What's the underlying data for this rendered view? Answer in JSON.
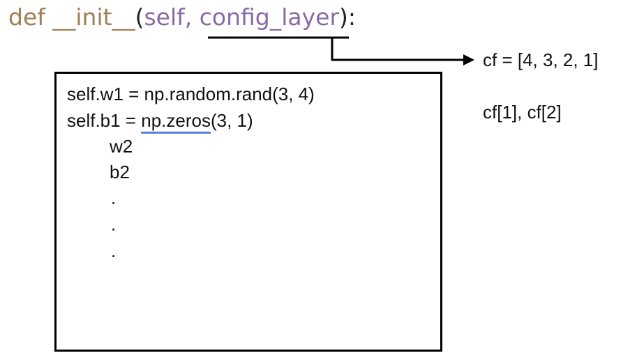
{
  "signature": {
    "keyword": "def",
    "function_name": "__init__",
    "open_paren": "(",
    "arg_self": "self,",
    "arg_config": "config_layer",
    "close": "):"
  },
  "arrow_target": "cf = [4, 3, 2, 1]",
  "side_note": "cf[1], cf[2]",
  "code": {
    "line1": "self.w1 = np.random.rand(3, 4)",
    "line2_prefix": "self.b1 = ",
    "line2_call": "np.zeros",
    "line2_args": "(3, 1)",
    "line3": "w2",
    "line4": "b2",
    "dot1": ".",
    "dot2": ".",
    "dot3": "."
  },
  "colors": {
    "keyword": "#a07f52",
    "argument": "#8a6aa6",
    "underline_blue": "#5b7fe0"
  }
}
